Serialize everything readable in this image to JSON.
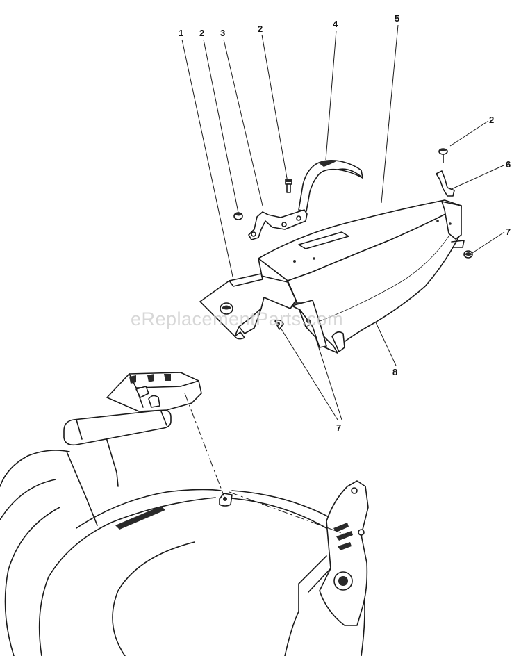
{
  "watermark": "eReplacementParts.com",
  "callouts": {
    "c1": "1",
    "c2a": "2",
    "c3": "3",
    "c2b": "2",
    "c4": "4",
    "c5": "5",
    "c2c": "2",
    "c6": "6",
    "c7a": "7",
    "c8": "8",
    "c7b": "7"
  }
}
